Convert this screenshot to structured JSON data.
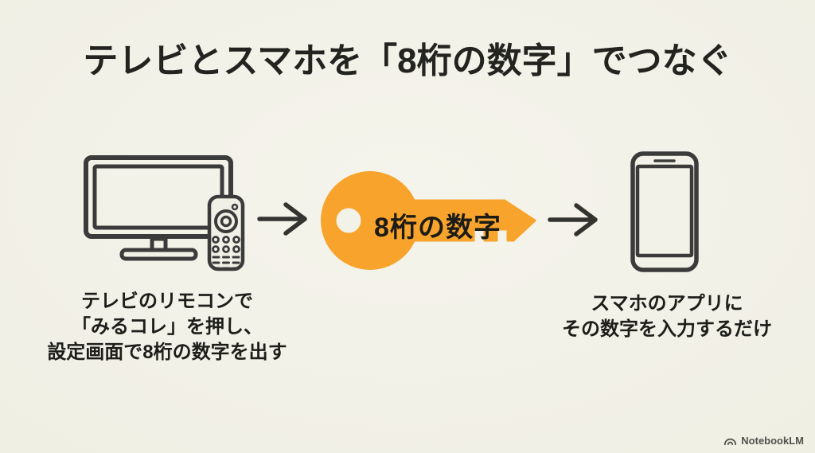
{
  "title": "テレビとスマホを「8桁の数字」でつなぐ",
  "colors": {
    "background": "#f0efe4",
    "icon_stroke": "#3b3b3b",
    "key_fill": "#f8a42c",
    "text": "#1d1d1a"
  },
  "flow": {
    "tv_step": {
      "icon": "tv-with-remote-icon",
      "caption_lines": [
        "テレビのリモコンで",
        "「みるコレ」を押し、",
        "設定画面で8桁の数字を出す"
      ]
    },
    "arrow1": {
      "icon": "arrow-right-icon"
    },
    "key_step": {
      "icon": "key-icon",
      "label": "8桁の数字"
    },
    "arrow2": {
      "icon": "arrow-right-icon"
    },
    "phone_step": {
      "icon": "smartphone-icon",
      "caption_lines": [
        "スマホのアプリに",
        "その数字を入力するだけ"
      ]
    }
  },
  "footer": {
    "brand": "NotebookLM",
    "logo_icon": "notebooklm-logo-icon"
  }
}
